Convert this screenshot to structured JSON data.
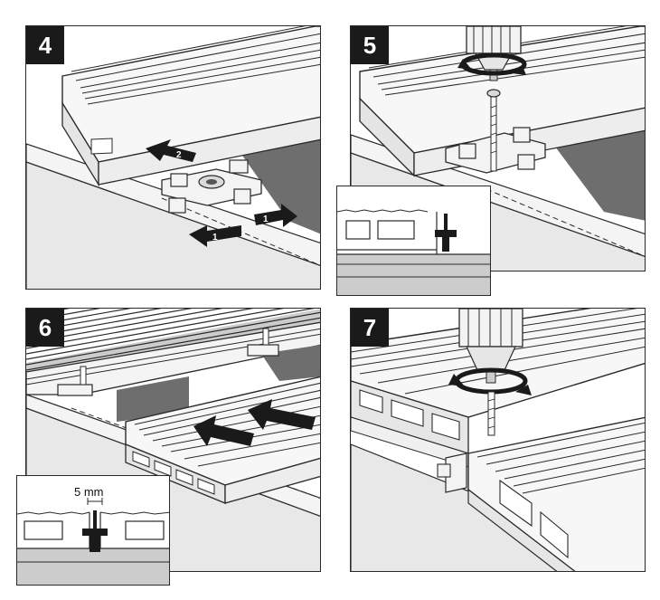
{
  "steps": [
    {
      "number": "4",
      "arrow_labels": [
        "2",
        "1",
        "1"
      ]
    },
    {
      "number": "5"
    },
    {
      "number": "6",
      "inset_label": "5 mm"
    },
    {
      "number": "7"
    }
  ],
  "colors": {
    "line": "#2a2a2a",
    "shade": "#6e6e6e",
    "light": "#e6e6e6",
    "board": "#f2f2f2",
    "black": "#111111"
  }
}
